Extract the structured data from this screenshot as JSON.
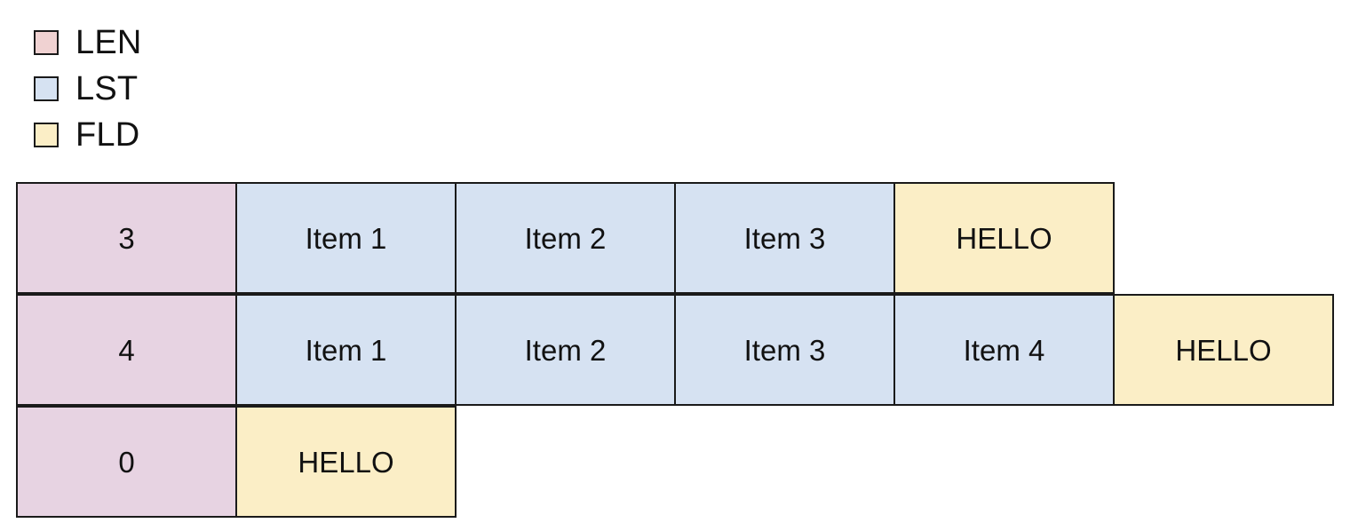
{
  "legend": {
    "items": [
      {
        "label": "LEN",
        "color": "#f0d2d2"
      },
      {
        "label": "LST",
        "color": "#d6e2f2"
      },
      {
        "label": "FLD",
        "color": "#fbeec6"
      }
    ]
  },
  "colors": {
    "len_cell": "#e7d3e2",
    "lst_cell": "#d6e2f2",
    "fld_cell": "#fbeec6",
    "border": "#1a1a1a",
    "text": "#111111",
    "background": "#ffffff"
  },
  "table": {
    "rows": [
      {
        "cells": [
          {
            "text": "3",
            "kind": "len"
          },
          {
            "text": "Item 1",
            "kind": "lst"
          },
          {
            "text": "Item 2",
            "kind": "lst"
          },
          {
            "text": "Item 3",
            "kind": "lst"
          },
          {
            "text": "HELLO",
            "kind": "fld"
          }
        ]
      },
      {
        "cells": [
          {
            "text": "4",
            "kind": "len"
          },
          {
            "text": "Item 1",
            "kind": "lst"
          },
          {
            "text": "Item 2",
            "kind": "lst"
          },
          {
            "text": "Item 3",
            "kind": "lst"
          },
          {
            "text": "Item 4",
            "kind": "lst"
          },
          {
            "text": "HELLO",
            "kind": "fld"
          }
        ]
      },
      {
        "cells": [
          {
            "text": "0",
            "kind": "len"
          },
          {
            "text": "HELLO",
            "kind": "fld"
          }
        ]
      }
    ]
  }
}
